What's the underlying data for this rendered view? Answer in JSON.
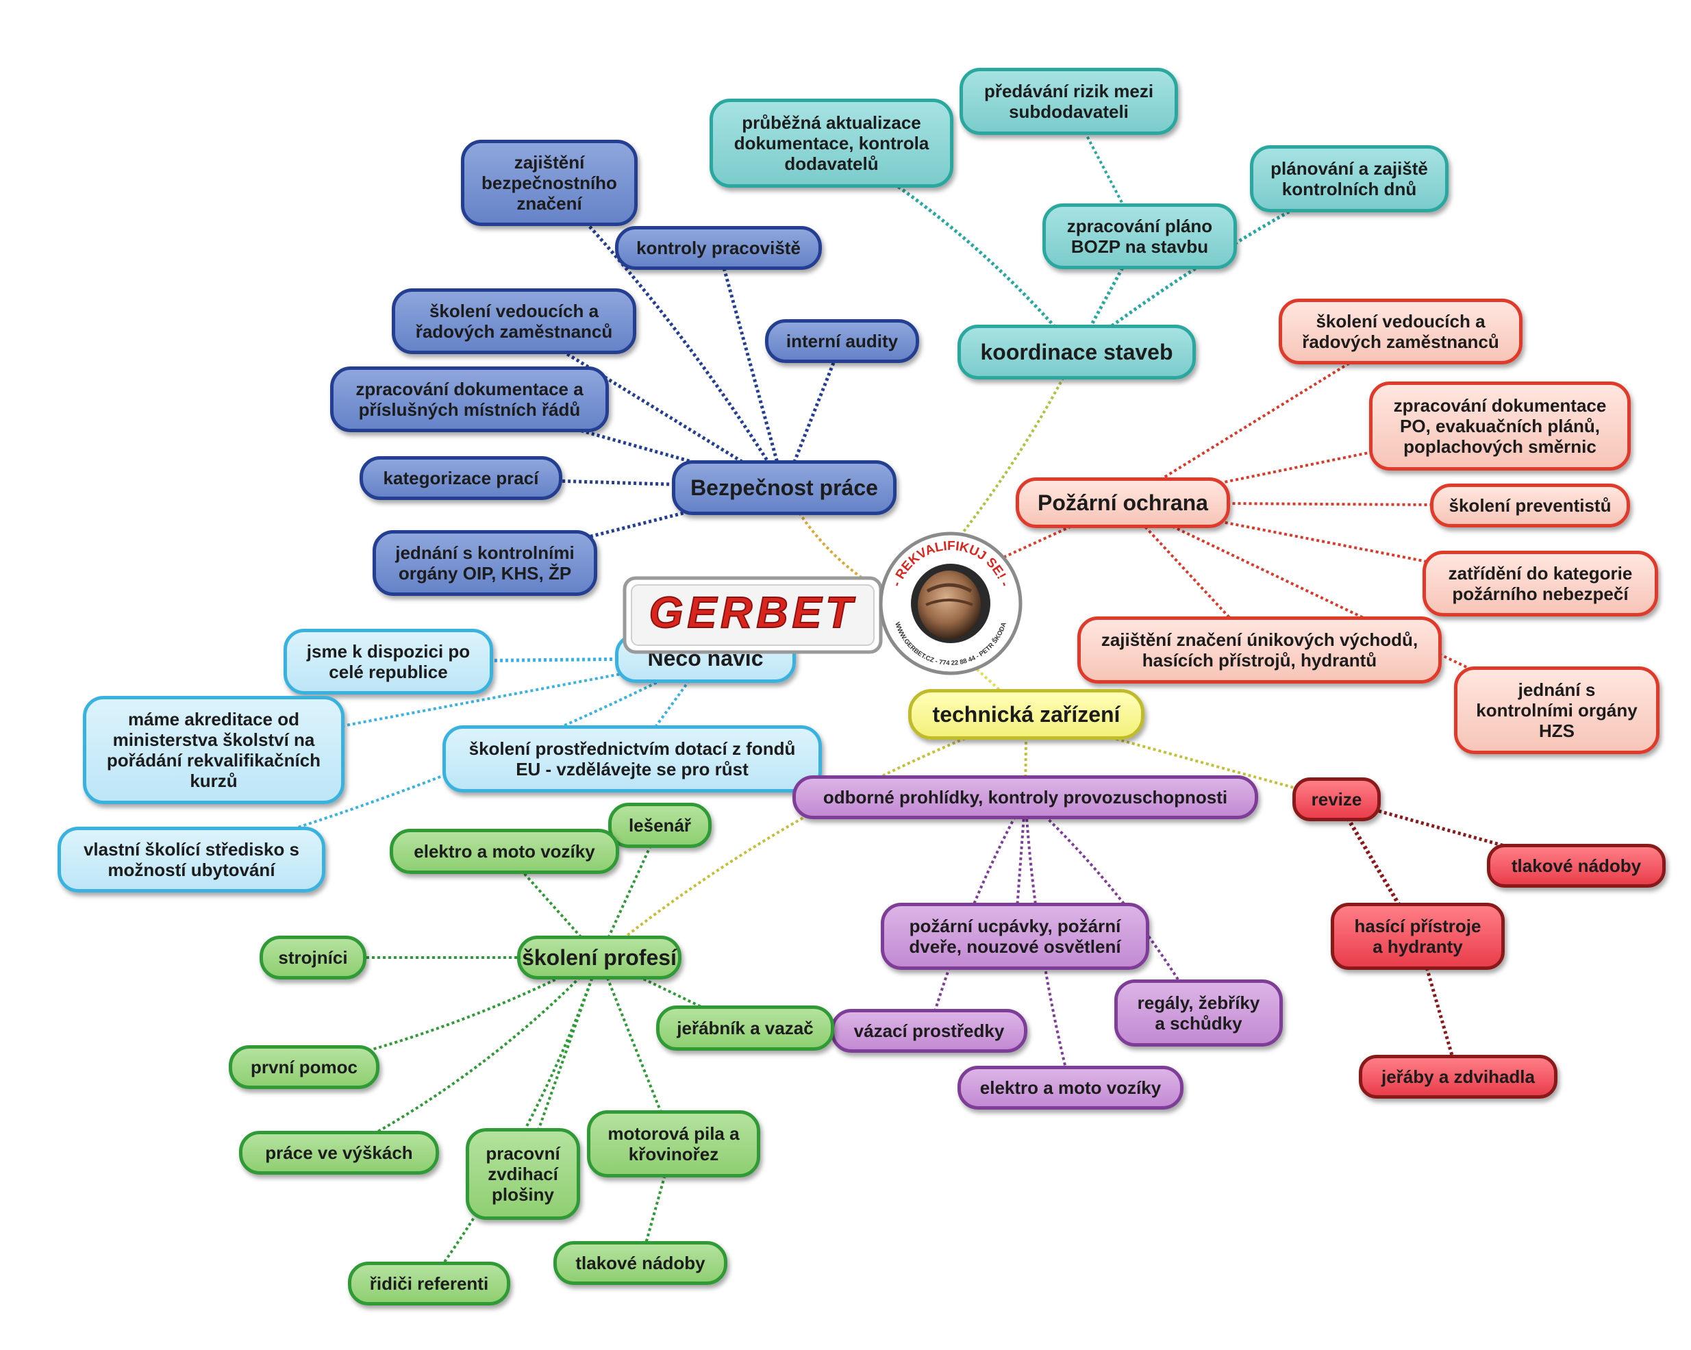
{
  "logo": {
    "brand": "GERBET",
    "ring_top": "- REKVALIFIKUJ SE! -",
    "ring_bottom": "WWW.GERBET.CZ - 774 22 88 44 - PETR ŠKODA"
  },
  "nodes": {
    "bezpecnost": "Bezpečnost práce",
    "b_znaceni": "zajištění\nbezpečnostního\nznačení",
    "b_kontroly": "kontroly pracoviště",
    "b_skoleni": "školení vedoucích a\nřadových zaměstnanců",
    "b_audity": "interní audity",
    "b_dokumentace": "zpracování dokumentace a\npříslušných místních řádů",
    "b_kategorizace": "kategorizace prací",
    "b_jednani": "jednání s kontrolními\norgány OIP, KHS, ŽP",
    "koordinace": "koordinace staveb",
    "k_aktualizace": "průběžná aktualizace\ndokumentace, kontrola\ndodavatelů",
    "k_rizika": "předávání rizik mezi\nsubdodavateli",
    "k_plan": "zpracování pláno\nBOZP na stavbu",
    "k_dny": "plánování a zajiště\nkontrolních dnů",
    "pozarni": "Požární ochrana",
    "p_skoleni": "školení vedoucích a\nřadových zaměstnanců",
    "p_dokumentace": "zpracování dokumentace\nPO, evakuačních plánů,\npoplachových směrnic",
    "p_preventiste": "školení preventistů",
    "p_kategorie": "zatřídění do kategorie\npožárního nebezpečí",
    "p_znaceni": "zajištění značení únikových východů,\nhasících přístrojů, hydrantů",
    "p_hzs": "jednání s\nkontrolními orgány\nHZS",
    "neco": "Něco navíc",
    "n_republika": "jsme k dispozici po\ncelé republice",
    "n_akreditace": "máme akreditace od\nministerstva školství na\npořádání rekvalifikačních\nkurzů",
    "n_dotace": "školení prostřednictvím dotací z fondů\nEU - vzdělávejte se pro růst",
    "n_stredisko": "vlastní školící středisko s\nmožností ubytování",
    "technicka": "technická zařízení",
    "t_prohlidky": "odborné prohlídky, kontroly provozuschopnosti",
    "t_ucpavky": "požární ucpávky, požární\ndveře, nouzové osvětlení",
    "t_vazaci": "vázací prostředky",
    "t_regaly": "regály, žebříky\na schůdky",
    "t_vozik": "elektro a moto vozíky",
    "t_revize": "revize",
    "r_nadoby": "tlakové nádoby",
    "r_hasici": "hasící přístroje\na hydranty",
    "r_jeraby": "jeřáby a zdvihadla",
    "skoleni": "školení profesí",
    "s_lesenar": "lešenář",
    "s_vozik": "elektro a moto vozíky",
    "s_strojnici": "strojníci",
    "s_jerabnik": "jeřábník a vazač",
    "s_pomoc": "první pomoc",
    "s_vysky": "práce ve výškách",
    "s_plosiny": "pracovní\nzvdihací\nplošiny",
    "s_pila": "motorová pila a\nkřovinořez",
    "s_nadoby": "tlakové nádoby",
    "s_ridici": "řidiči referenti"
  },
  "colors": {
    "blue": "#243f92",
    "teal": "#2aa8a0",
    "salmon": "#e03a2a",
    "red": "#8a1a1a",
    "yellow": "#c0bb2a",
    "purple": "#7e3e98",
    "green": "#2f9a36",
    "light_blue": "#39b2e0",
    "logo_red": "#d8261f"
  }
}
